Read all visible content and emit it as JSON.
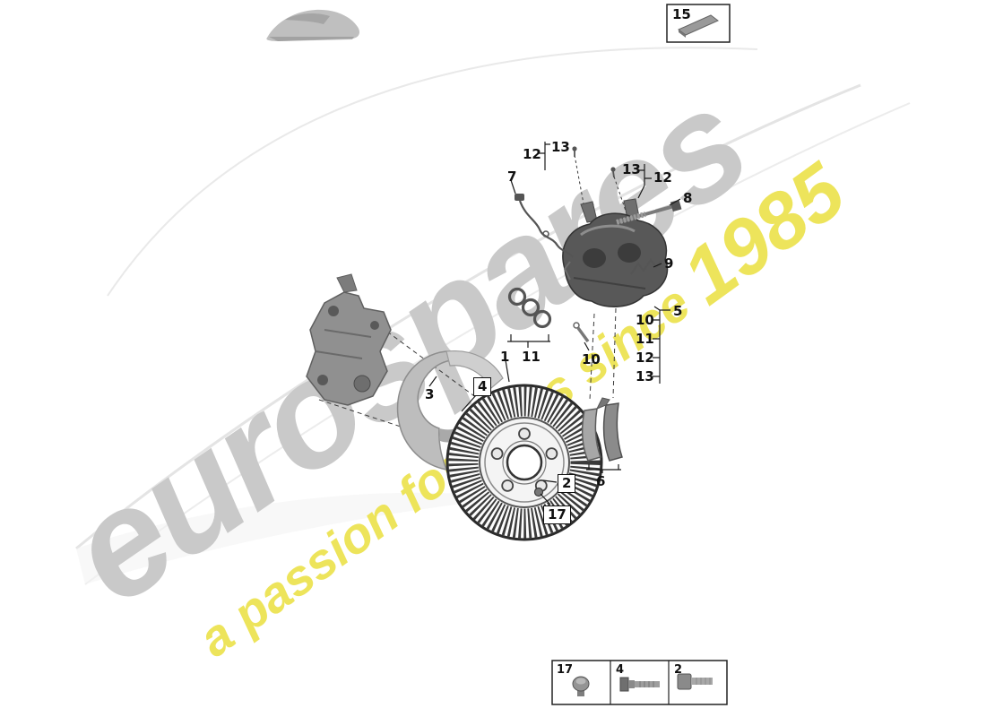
{
  "watermark": {
    "brand": "eurospares",
    "tagline": "a passion for parts since",
    "year": "1985"
  },
  "colors": {
    "watermark_gray": "#c9c9c9",
    "watermark_yellow": "#ece24a"
  },
  "part_box": {
    "label": "15"
  },
  "callouts": {
    "top12": "12",
    "top13": "13",
    "right13": "13",
    "right12": "12",
    "sensor7": "7",
    "bolt8": "8",
    "spring9": "9",
    "caliper5": "5",
    "stack10": "10",
    "stack11": "11",
    "stack12": "12",
    "stack13": "13",
    "disc1": "1",
    "seals11": "11",
    "pin10": "10",
    "shield3": "3",
    "bolt4": "4",
    "screw2": "2",
    "pads6": "6",
    "screw17": "17"
  },
  "legend": {
    "items": [
      {
        "label": "17"
      },
      {
        "label": "4"
      },
      {
        "label": "2"
      }
    ]
  }
}
